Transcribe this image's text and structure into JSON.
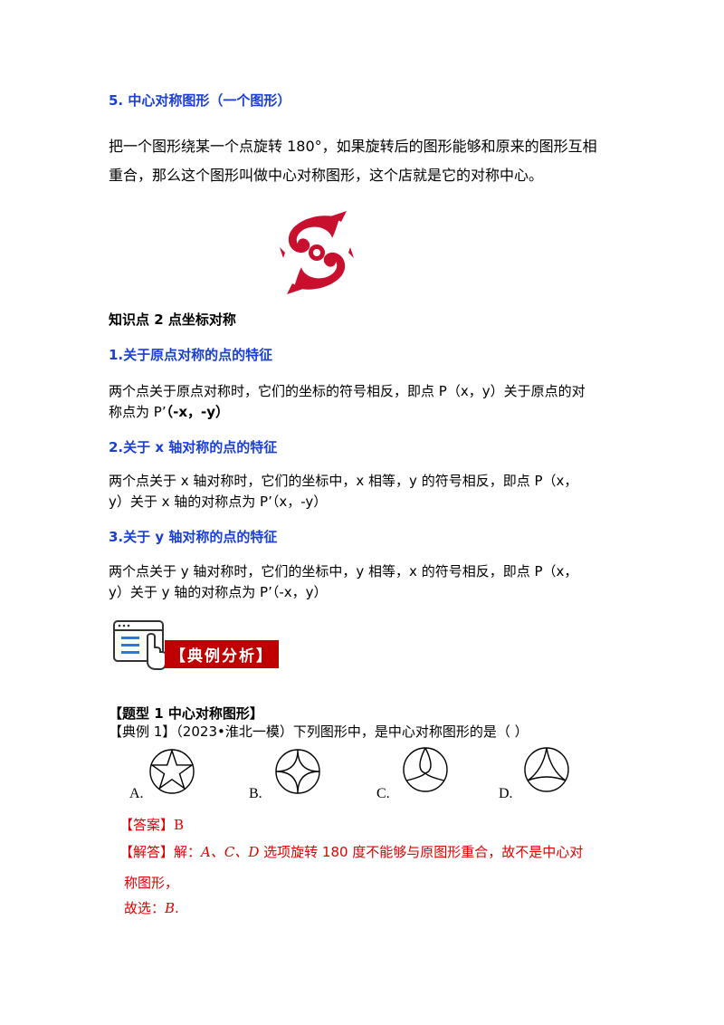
{
  "section5": {
    "heading": "5. 中心对称图形（一个图形）",
    "line1": "把一个图形绕某一个点旋转 180°，如果旋转后的图形能够和原来的图形互相",
    "line2": "重合，那么这个图形叫做中心对称图形，这个店就是它的对称中心。"
  },
  "knowledge2": {
    "title": "知识点 2  点坐标对称",
    "items": [
      {
        "heading": "1.关于原点对称的点的特征",
        "line1": "两个点关于原点对称时，它们的坐标的符号相反，即点 P（x，y）关于原点的对",
        "line2_prefix": "称点为 P’",
        "line2_bold": "（-x，-y）"
      },
      {
        "heading": "2.关于 x 轴对称的点的特征",
        "line1": "两个点关于 x 轴对称时，它们的坐标中，x 相等，y 的符号相反，即点 P（x，",
        "line2": "y）关于 x 轴的对称点为 P’（x，-y）"
      },
      {
        "heading": "3.关于 y 轴对称的点的特征",
        "line1": "两个点关于 y 轴对称时，它们的坐标中，y 相等，x 的符号相反，即点 P（x，",
        "line2": "y）关于 y 轴的对称点为 P’（-x，y）"
      }
    ]
  },
  "banner": {
    "label": "【典例分析】"
  },
  "question": {
    "type_title": "【题型 1   中心对称图形】",
    "prompt": "【典例 1】（2023•淮北一模）下列图形中，是中心对称图形的是（        ）",
    "options": [
      "A.",
      "B.",
      "C.",
      "D."
    ],
    "answer_label": "【答案】",
    "answer_value": "B",
    "solution_label": "【解答】",
    "solution_line1_a": "解：",
    "solution_line1_b": "A、C、D",
    "solution_line1_c": " 选项旋转 180 度不能够与原图形重合，故不是中心对",
    "solution_line2": "称图形，",
    "solution_line3_a": "故选：",
    "solution_line3_b": "B",
    "solution_line3_c": "."
  },
  "colors": {
    "heading_blue": "#1a3fd6",
    "answer_red": "#e00000",
    "papercut_red": "#c8102e"
  }
}
